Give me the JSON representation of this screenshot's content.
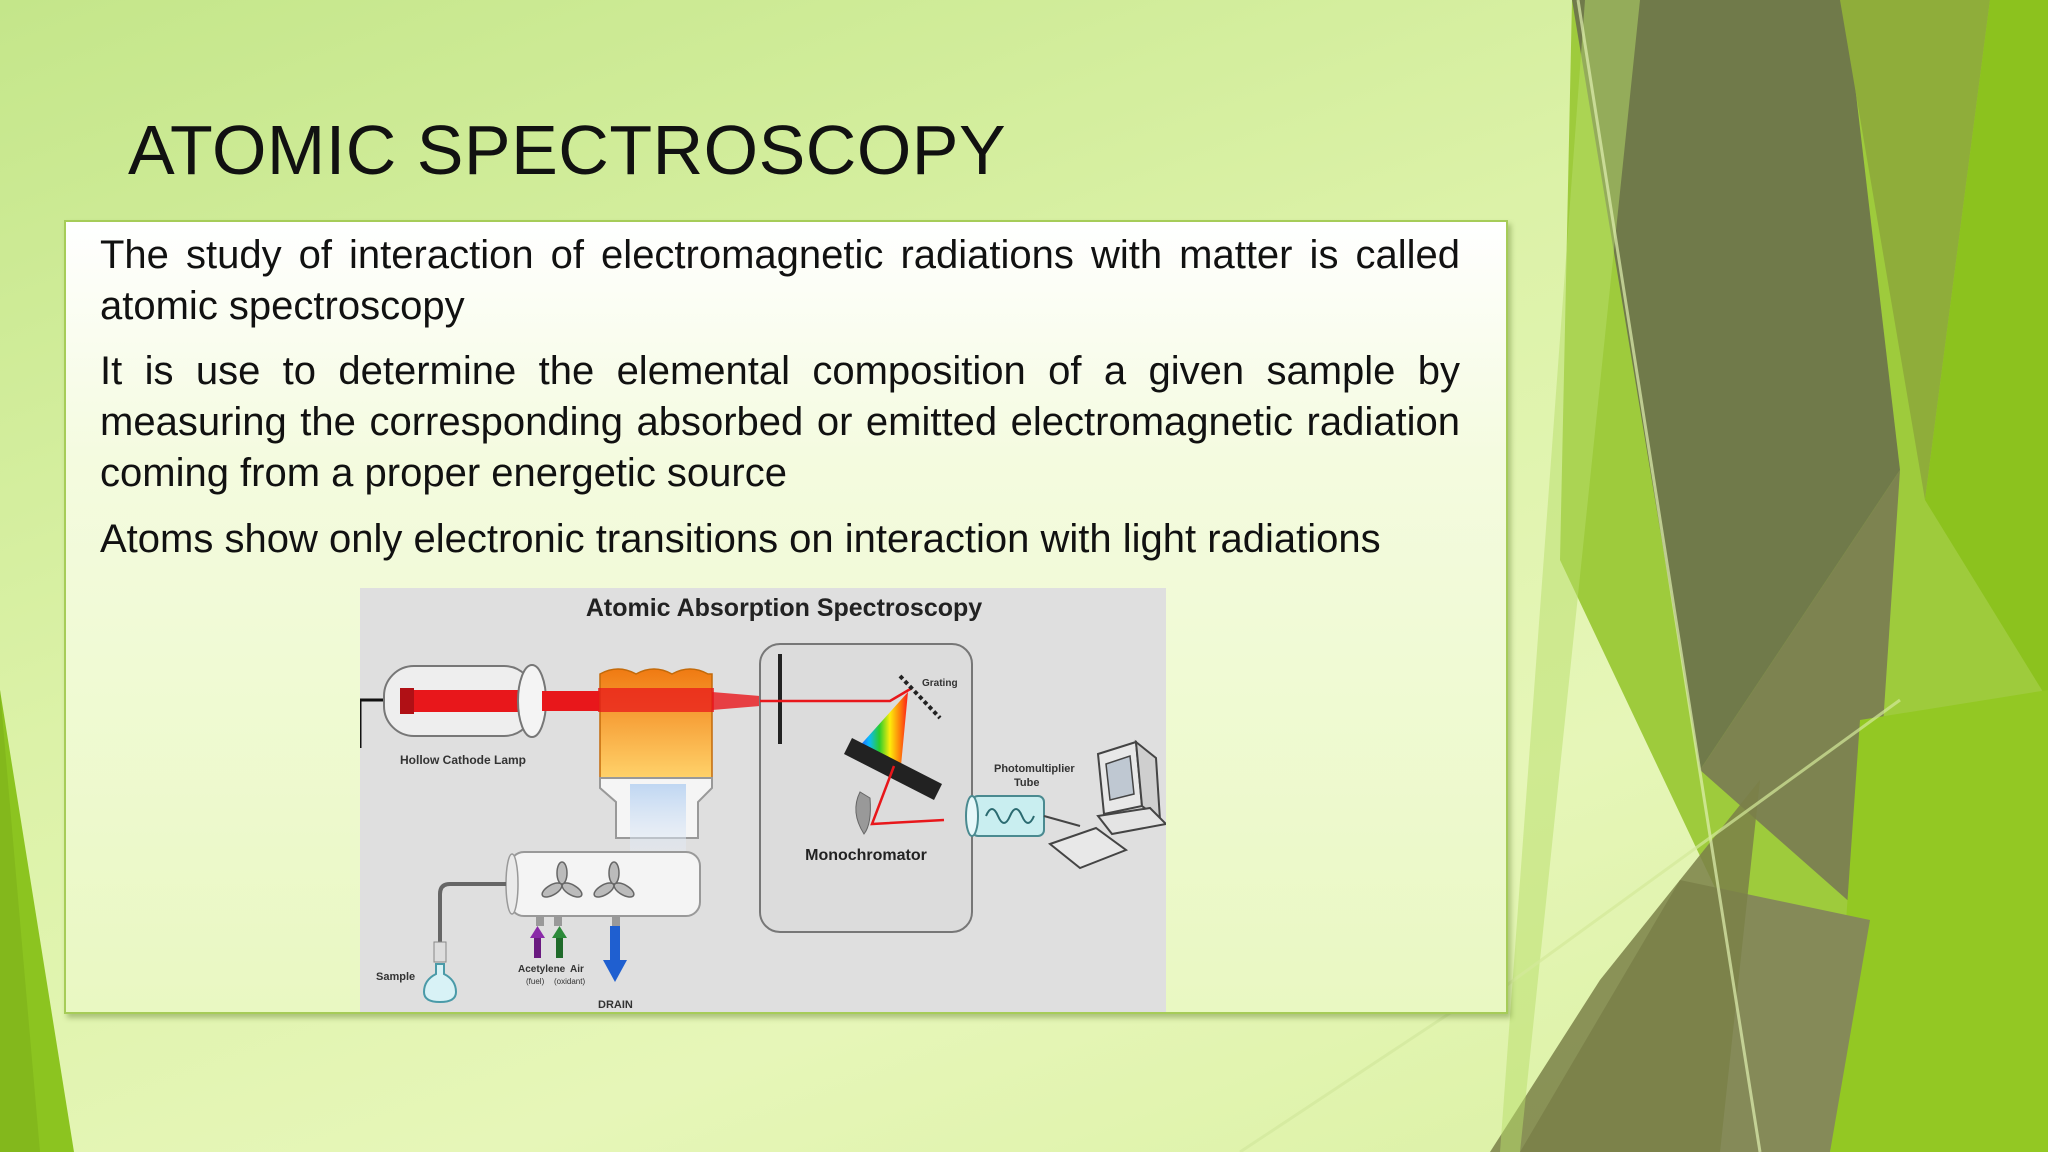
{
  "slide": {
    "title": "ATOMIC SPECTROSCOPY",
    "bullets": [
      "The study of interaction of electromagnetic radiations with matter is called atomic spectroscopy",
      "It  is use to determine the elemental composition of a given sample by measuring the corresponding absorbed or emitted electromagnetic radiation coming from a proper energetic source",
      "Atoms show only electronic transitions on interaction with light radiations"
    ]
  },
  "figure": {
    "title": "Atomic Absorption Spectroscopy",
    "labels": {
      "lamp": "Hollow Cathode Lamp",
      "grating": "Grating",
      "pmt_line1": "Photomultiplier",
      "pmt_line2": "Tube",
      "monochromator": "Monochromator",
      "sample": "Sample",
      "acetylene": "Acetylene",
      "acetylene_sub": "(fuel)",
      "air": "Air",
      "air_sub": "(oxidant)",
      "drain": "DRAIN"
    }
  },
  "colors": {
    "accent_green": "#8dc21f",
    "dark_olive": "#6b7147",
    "beam_red": "#e8171b",
    "flame_orange": "#f39a1e"
  }
}
